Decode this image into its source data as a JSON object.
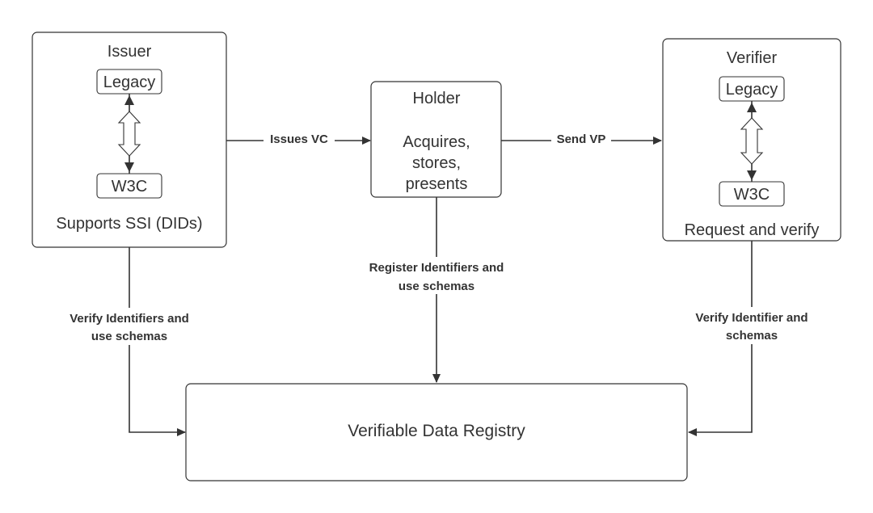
{
  "colors": {
    "stroke": "#333333",
    "text": "#333333",
    "background": "#ffffff"
  },
  "issuer": {
    "title": "Issuer",
    "legacy": "Legacy",
    "w3c": "W3C",
    "subtitle": "Supports SSI (DIDs)"
  },
  "holder": {
    "title": "Holder",
    "line1": "Acquires,",
    "line2": "stores,",
    "line3": "presents"
  },
  "verifier": {
    "title": "Verifier",
    "legacy": "Legacy",
    "w3c": "W3C",
    "subtitle": "Request and verify"
  },
  "registry": {
    "title": "Verifiable Data Registry"
  },
  "edges": {
    "issues_vc": "Issues VC",
    "send_vp": "Send VP",
    "register_line1": "Register Identifiers and",
    "register_line2": "use schemas",
    "verify_issuer_line1": "Verify Identifiers and",
    "verify_issuer_line2": "use schemas",
    "verify_verifier_line1": "Verify Identifier and",
    "verify_verifier_line2": "schemas"
  },
  "icons": {
    "double_arrow": "double-headed-arrow-icon",
    "arrowhead": "arrowhead-icon"
  }
}
